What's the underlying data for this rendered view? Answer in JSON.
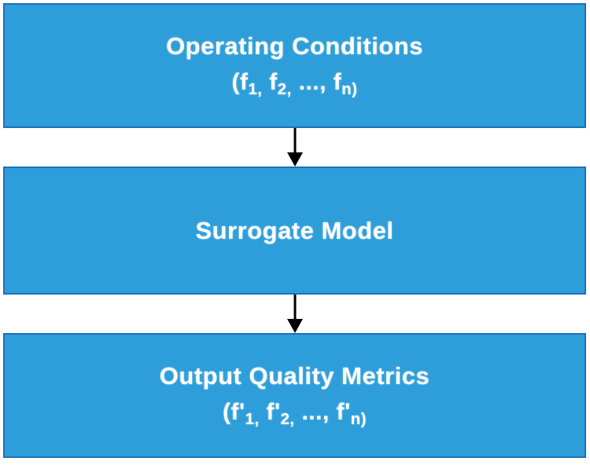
{
  "theme": {
    "box_fill": "#2d9ed9",
    "box_border": "#1e6fb8",
    "text_color": "#ffffff",
    "arrow_color": "#000000",
    "background": "#ffffff"
  },
  "diagram": {
    "type": "vertical-flowchart",
    "boxes": [
      {
        "title": "Operating Conditions",
        "formula": {
          "open": "(f",
          "sub1": "1,",
          "mid1": " f",
          "sub2": "2,",
          "mid2": " ..., f",
          "subn": "n)"
        }
      },
      {
        "title": "Surrogate Model"
      },
      {
        "title": "Output Quality Metrics",
        "formula": {
          "open": "(f'",
          "sub1": "1,",
          "mid1": " f'",
          "sub2": "2,",
          "mid2": " ..., f'",
          "subn": "n)"
        }
      }
    ],
    "connectors": [
      {
        "from": "operating-conditions",
        "to": "surrogate-model",
        "direction": "down"
      },
      {
        "from": "surrogate-model",
        "to": "output-quality-metrics",
        "direction": "down"
      }
    ]
  }
}
